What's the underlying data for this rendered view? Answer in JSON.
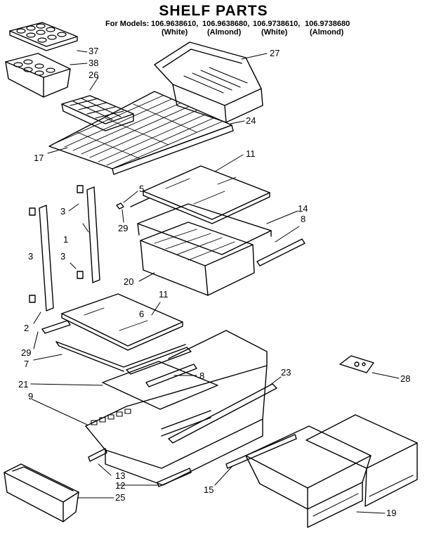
{
  "header": {
    "title": "SHELF PARTS",
    "models_lead": "For Models:",
    "models": [
      {
        "number": "106.9638610,",
        "color": "(White)"
      },
      {
        "number": "106.9638680,",
        "color": "(Almond)"
      },
      {
        "number": "106.9738610,",
        "color": "(White)"
      },
      {
        "number": "106.9738680",
        "color": "(Almond)"
      }
    ]
  },
  "callouts": {
    "c37": "37",
    "c38": "38",
    "c26": "26",
    "c27": "27",
    "c24": "24",
    "c17": "17",
    "c11a": "11",
    "c5": "5",
    "c3a": "3",
    "c1": "1",
    "c3b": "3",
    "c3c": "3",
    "c29a": "29",
    "c14": "14",
    "c8a": "8",
    "c20": "20",
    "c11b": "11",
    "c6": "6",
    "c2": "2",
    "c29b": "29",
    "c7": "7",
    "c8b": "8",
    "c21": "21",
    "c23": "23",
    "c28": "28",
    "c9": "9",
    "c13": "13",
    "c12": "12",
    "c15": "15",
    "c25": "25",
    "c19": "19"
  }
}
